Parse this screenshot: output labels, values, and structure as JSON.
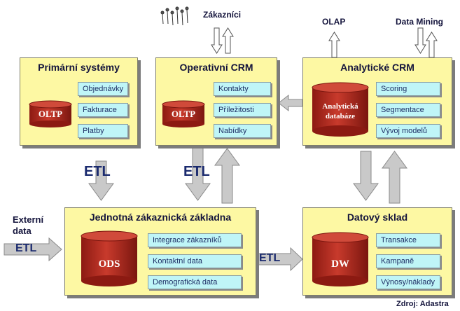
{
  "boxes": {
    "primarni": {
      "title": "Primární systémy",
      "db": "OLTP",
      "items": [
        "Objednávky",
        "Fakturace",
        "Platby"
      ]
    },
    "operativni": {
      "title": "Operativní CRM",
      "db": "OLTP",
      "items": [
        "Kontakty",
        "Příležitosti",
        "Nabídky"
      ]
    },
    "analyticke": {
      "title": "Analytické CRM",
      "db": "Analytická databáze",
      "items": [
        "Scoring",
        "Segmentace",
        "Vývoj modelů"
      ]
    },
    "zakladna": {
      "title": "Jednotná zákaznická základna",
      "db": "ODS",
      "items": [
        "Integrace zákazníků",
        "Kontaktní data",
        "Demografická data"
      ]
    },
    "sklad": {
      "title": "Datový sklad",
      "db": "DW",
      "items": [
        "Transakce",
        "Kampaně",
        "Výnosy/náklady"
      ]
    }
  },
  "labels": {
    "zakaznici": "Zákazníci",
    "olap": "OLAP",
    "data_mining": "Data Mining",
    "externi_line1": "Externí",
    "externi_line2": "data",
    "etl": "ETL",
    "zdroj": "Zdroj: Adastra"
  },
  "colors": {
    "box_fill": "#fdf8a3",
    "item_fill": "#bff5f7",
    "db_fill": "#b0281e",
    "arrow_fill": "#c9c9c9",
    "text_dark": "#14143c"
  }
}
